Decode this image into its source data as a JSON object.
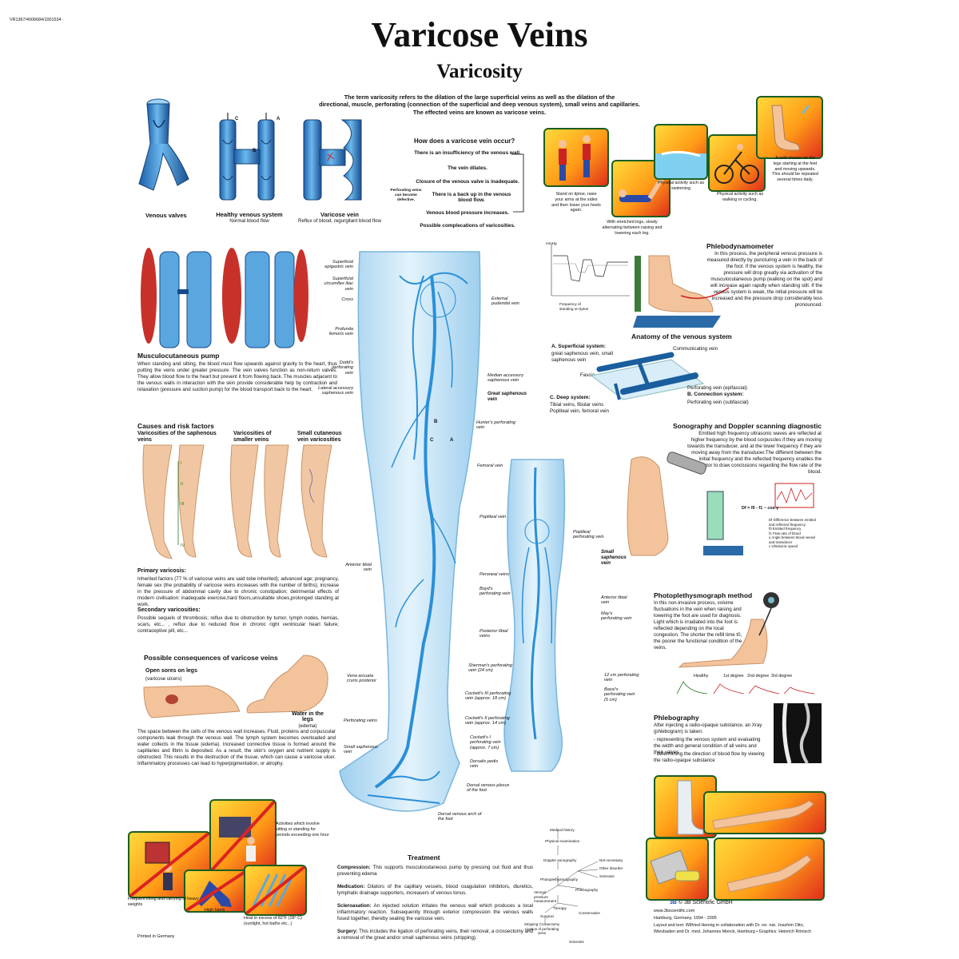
{
  "header": {
    "code": "VR1367/4006684/1001534",
    "title": "Varicose Veins",
    "subtitle": "Varicosity",
    "intro": [
      "The term varicosity refers to the dilation of the large superficial veins as well as the dilation of the",
      "directional, muscle, perforating (connection of the superficial and deep venous system), small veins and capillaries.",
      "The effected veins are known as varicose veins."
    ]
  },
  "valves": {
    "venous_valves": "Venous valves",
    "healthy_title": "Healthy venous system",
    "healthy_sub": "Normal blood flow",
    "varicose_title": "Varicose vein",
    "varicose_sub": "Reflux of blood, regurgitant blood flow",
    "letter_c": "C",
    "letter_a": "A",
    "letter_b": "B"
  },
  "occur": {
    "title": "How does a varicose vein occur?",
    "steps": [
      "There is an insufficiency of the venous wall.",
      "The vein dilates.",
      "Closure of the venous valve is inadequate.",
      "There is a back up in the venous blood flow.",
      "Venous blood pressure increases.",
      "Possible complecations of varicosities."
    ],
    "side": "Perforating veins can become defective."
  },
  "exercise": {
    "cap1": "Stand on tiptoe, raise your arms at the sides and then lower your heels again.",
    "cap2": "With stretched legs, slowly alternating between raising and lowering each leg.",
    "cap3": "Physical activity such as swimming",
    "cap4": "Physical activity such as walking or cycling.",
    "cap5": "A cold shower on the legs starting at the feet and moving upwards. This should be repeated several times daily."
  },
  "pump": {
    "title": "Musculocutaneous pump",
    "text": "When standing and sitting, the blood must flow upwards against gravity to the heart, thus putting the veins under greater pressure. The vein valves function as non-return valves. They allow blood flow to the heart but prevent it from flowing back. The muscles adjacent to the venous walls in interaction with the skin provide considerable help by contraction and relaxation (pressure and suction pump) for the blood transport back to the heart."
  },
  "causes": {
    "title": "Causes and risk factors",
    "col1": "Varicosities of the saphenous veins",
    "col2": "Varicosities of smaller veins",
    "col3": "Small cutaneous vein varicosities",
    "marks": [
      "I",
      "II",
      "III",
      "IV"
    ],
    "primary_title": "Primary varicosis:",
    "primary_text": "Inherited factors (77 % of varicose veins are said tobe inherited); advanced age; pregnancy, female sex (the probability of varicose veins increases with the number of births); increase in the pressure of abdominal cavity due to chronic constipation; detrimental effects of modern civilisation: inadequate exercise,hard floors,unsuitable shoes,prolonged standing at work.",
    "secondary_title": "Secondary varicosities:",
    "secondary_text": "Possible sequels of thrombosis; reflux due to obstruction by tumor, lymph nodes, hernias, scars, etc... , reflux due to reduced flow in chronic right ventricular heart failure; contraceptive pill, etc..."
  },
  "consequences": {
    "title": "Possible consequences of varicose veins",
    "sores": "Open sores on legs",
    "sores_sub": "(varicose ulcers)",
    "water": "Water in the legs",
    "water_sub": "(edema)",
    "text": "The space between the cells of the venous wall increases. Fluid, proteins and corpuscular components leak through the venous wall. The lymph system becomes overloaded and water collects in the tissue (edema). Increased connective tissue is formed around the capillaries and fibrin is deposited. As a result, the skin's oxygen and nutrient supply is obstructed. This results in the destruction of the tissue, which can cause a varicose ulcer. Inflammatory processes can lead to hyperpigmentation, or atrophy."
  },
  "risks": {
    "lift": "Frequent lifting and carrying of heavy weights",
    "sitting": "Activities which involve sitting or standing for periods exceeding one hour",
    "heels": "High heels",
    "heat": "Heat in excess of 82°F (28° C) (sunlight, hot baths etc...)",
    "printed": "Printed in Germany"
  },
  "leg_labels": {
    "l1": "Superficial epigastric vein",
    "l2": "Superficial circumflex iliac vein",
    "l3": "Cross",
    "l4": "Profunda femoris vein",
    "l5": "Dodd's perforating vein",
    "l6": "Lateral accessory saphenous vein",
    "l7": "Anterior tibial vein",
    "l8": "Vena arcuata cruris posterior",
    "l9": "Perforating veins",
    "l10": "Small saphenous vein",
    "r1": "External pudendal vein",
    "r2": "Median accessory saphenous vein",
    "r3": "Great saphenous vein",
    "r4": "Hunter's perforating vein",
    "r5": "Femoral vein",
    "r6": "Popliteal vein",
    "r7": "Peroneal veins",
    "r8": "Boyd's perforating vein",
    "r9": "Posterior tibial veins",
    "r10": "Sherman's perforating vein (24 cm)",
    "r11": "Cockett's III perforating vein (approx. 18 cm)",
    "r12": "Cockett's II perforating vein (approx. 14 cm)",
    "r13": "Cockett's I perforating vein (approx. 7 cm)",
    "r14": "Dorsalis pedis vein",
    "r15": "Dorsal venous plexus of the foot",
    "r16": "Dorsal venous arch of the foot",
    "b1": "Popliteal perforating vein",
    "b2": "Small saphenous vein",
    "b3": "Anterior tibial vein",
    "b4": "May's perforating vein",
    "b5": "12 cm perforating vein",
    "b6": "Bassi's perforating vein (5 cm)",
    "m1": "B",
    "m2": "C",
    "m3": "A"
  },
  "treatment": {
    "title": "Treatment",
    "compression_h": "Compression:",
    "compression": "This supports musculocutaneous pump by pressing out fluid and thus preventing edema",
    "medication_h": "Medication:",
    "medication": "Dilators of the capillary vessels, blood coagulation inhibitors, diuretics, lymphatic drainage supporters, increasers of venous tonus.",
    "sclero_h": "Scleroasation:",
    "sclero": "An injected solution irritates the venous wall which produces a local inflammatory reaction. Subsequently through exterior compression the venous walls fused together, thereby sealing the varicose vein.",
    "surgery_h": "Surgery:",
    "surgery": "This includes the ligation of perforating veins, their removal, a crossectomy and a removal of the great and/or small saphenous veins (stripping)."
  },
  "tree": {
    "n1": "Medical history",
    "n2": "Physical examination",
    "n3": "Doppler sonography",
    "n4": "Photoplethysmography",
    "n5": "Venous pressure measurement",
    "n6": "Therapy",
    "n7": "Phlebography",
    "n8": "Not necessary",
    "n9": "Other disorder",
    "n10": "Sclerosis",
    "n11": "Conservative",
    "n12": "Surgical",
    "n13": "Stripping Crossectomy Ligation of perforating veins",
    "n14": "Sclerosis"
  },
  "phlebodyn": {
    "title": "Phlebodynamometer",
    "text": "In this process, the peripheral venous pressure is measured directly by puncturing a vein in the back of the foot. If the venous system is healthy, the pressure will drop greatly via activation of the musculocutaneous pump (walking on the spot) and will increase again rapidly when standing still. If the venous system is weak, the initial pressure will be increased and the pressure drop considerably less pronounced.",
    "graph_cap": "Frequency of standing on tiptoe",
    "graph_y": "mmHg"
  },
  "anatomy": {
    "title": "Anatomy of the venous system",
    "a_h": "A. Superficial system:",
    "a_t": "great saphenous vein, small saphenous vein",
    "comm": "Communicating vein",
    "fascia": "Fascia",
    "perf_epi": "Perforating vein (epifascial)",
    "b_h": "B. Connection system:",
    "perf_sub": "Perforating vein (subfascial)",
    "c_h": "C. Deep system:",
    "c_t": "Tibial veins, fibular veins Popliteal vein, femoral vein"
  },
  "sono": {
    "title": "Sonography and Doppler scanning diagnostic",
    "text": "Emitted high frequency ultrasonic waves are reflected at higher frequency by the blood corpuscles if they are moving towards the transducer, and at the lower frequency if they are moving away from the transducer.The different between the initial frequency and the reflected frequency enables the operator to draw conclusions regarding the flow rate of the blood.",
    "formula": "Df = f0 - f1 ~ cos γ",
    "legend": [
      "Df  Difference between emitted and reflected frequency",
      "f0  Emitted frequency",
      "f1  Flow rate of blood",
      "γ   Angle between blood vessel and transducer",
      "c   Ultrasonic speed"
    ]
  },
  "ppg": {
    "title": "Photoplethysmograph method",
    "text": "In this non-invasive process, volume fluctuations in the vein when raising and lowering the foot are used for diagnosis. Light which is irradiated into the foot is reflected depending on the local congestion. The shorter the refill time t0, the poorer the functional condition of the veins.",
    "g1": "Healthy",
    "g2": "1st degree",
    "g3": "2nd degree",
    "g4": "3rd degree"
  },
  "phlebography": {
    "title": "Phlebography",
    "text": "After injecting a radio-opaque substance, an Xray (phlebogram) is taken:",
    "b1": "- representing the venous system and evaluating the width and general condition of all veins and their valves",
    "b2": "- determining the direction of blood flow by viewing the radio-opaque substance"
  },
  "footer": {
    "brand": "© 3B Scientific GmbH",
    "url": "www.3bscientific.com",
    "line1": "Hamburg, Germany, 1994 - 2005",
    "line2": "Layout and text: Wilfried Hennig in collaboration with Dr. rer. nat. Joachim Otto,",
    "line3": "Wiesbaden and Dr. med. Johannes Menck, Hamburg • Graphics: Heinrich Rönisch"
  },
  "colors": {
    "vein": "#2a8fd8",
    "leg": "#bfe1f5",
    "panel_green": "#1b5e20",
    "muscle": "#c8312a"
  }
}
